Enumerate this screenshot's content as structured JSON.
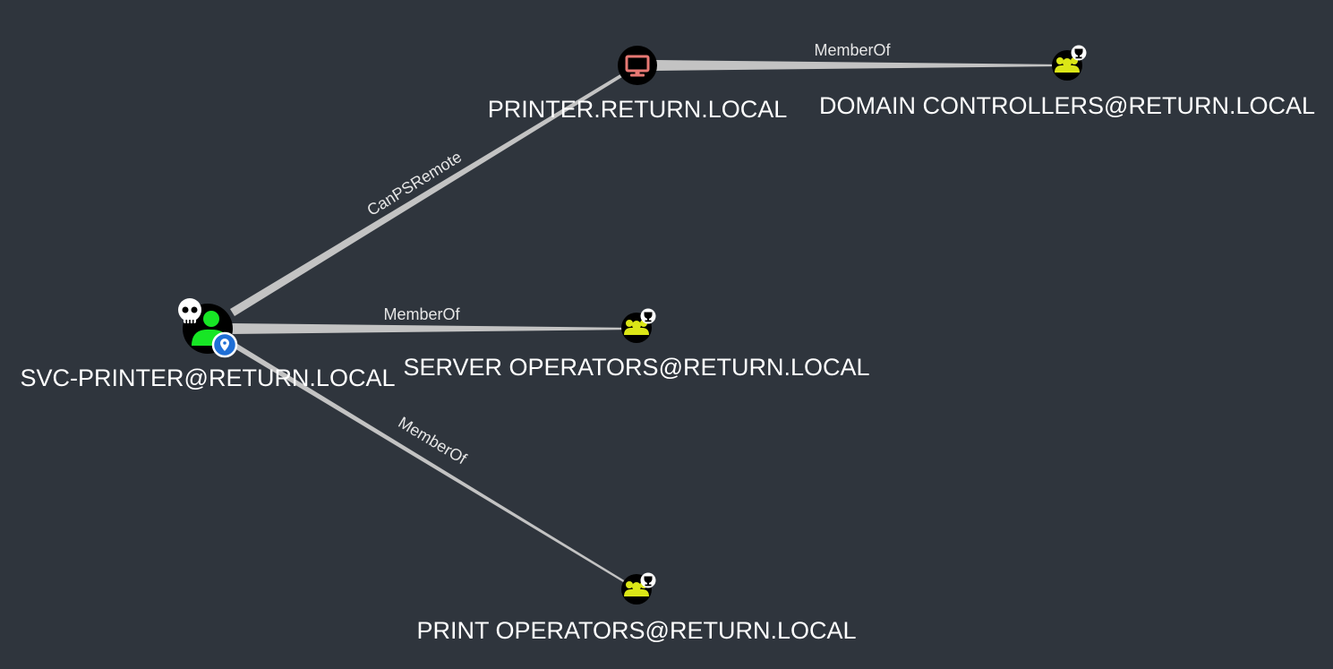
{
  "nodes": {
    "svc_printer": {
      "label": "SVC-PRINTER@RETURN.LOCAL",
      "type": "User",
      "icon": "user-icon",
      "badges": [
        "skull-owned-icon",
        "location-pin-icon"
      ],
      "icon_color": "#17e625"
    },
    "printer": {
      "label": "PRINTER.RETURN.LOCAL",
      "type": "Computer",
      "icon": "monitor-icon",
      "icon_color": "#e67873"
    },
    "domain_controllers": {
      "label": "DOMAIN CONTROLLERS@RETURN.LOCAL",
      "type": "Group",
      "icon": "group-icon",
      "badges": [
        "high-value-icon"
      ],
      "icon_color": "#dbe617"
    },
    "server_operators": {
      "label": "SERVER OPERATORS@RETURN.LOCAL",
      "type": "Group",
      "icon": "group-icon",
      "badges": [
        "high-value-icon"
      ],
      "icon_color": "#dbe617"
    },
    "print_operators": {
      "label": "PRINT OPERATORS@RETURN.LOCAL",
      "type": "Group",
      "icon": "group-icon",
      "badges": [
        "high-value-icon"
      ],
      "icon_color": "#dbe617"
    }
  },
  "edges": {
    "svc_to_printer": {
      "label": "CanPSRemote",
      "source": "SVC-PRINTER@RETURN.LOCAL",
      "target": "PRINTER.RETURN.LOCAL"
    },
    "printer_to_dc": {
      "label": "MemberOf",
      "source": "PRINTER.RETURN.LOCAL",
      "target": "DOMAIN CONTROLLERS@RETURN.LOCAL"
    },
    "svc_to_server_ops": {
      "label": "MemberOf",
      "source": "SVC-PRINTER@RETURN.LOCAL",
      "target": "SERVER OPERATORS@RETURN.LOCAL"
    },
    "svc_to_print_ops": {
      "label": "MemberOf",
      "source": "SVC-PRINTER@RETURN.LOCAL",
      "target": "PRINT OPERATORS@RETURN.LOCAL"
    }
  },
  "colors": {
    "background": "#2f353d",
    "edge": "#c8c8c8",
    "label": "#ffffff"
  }
}
